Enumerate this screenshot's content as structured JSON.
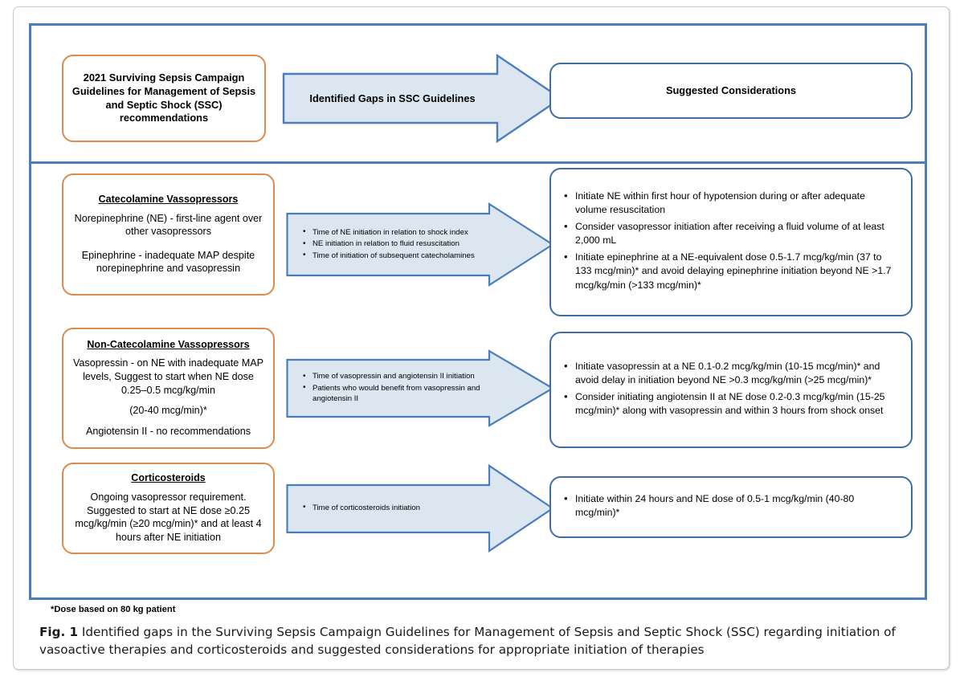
{
  "figure": {
    "header": {
      "source_box": "2021 Surviving Sepsis Campaign Guidelines for Management of Sepsis and Septic Shock (SSC) recommendations",
      "arrow_label": "Identified Gaps in SSC Guidelines",
      "result_box": "Suggested Considerations"
    },
    "rows": [
      {
        "id": "catecholamine-vasopressors",
        "left": {
          "title": "Catecolamine Vassopressors",
          "lines": [
            "Norepinephrine (NE) - first-line agent over other vasopressors",
            "Epinephrine - inadequate MAP despite norepinephrine and vasopressin"
          ]
        },
        "gaps": [
          "Time of NE initiation in relation to shock index",
          "NE initiation in relation to fluid resuscitation",
          "Time of initiation of subsequent catecholamines"
        ],
        "considerations": [
          "Initiate NE within first hour of hypotension during or after adequate volume resuscitation",
          "Consider vasopressor initiation after receiving a fluid volume of at least 2,000 mL",
          "Initiate epinephrine at a NE-equivalent dose 0.5-1.7 mcg/kg/min (37 to 133 mcg/min)* and avoid delaying epinephrine initiation beyond NE >1.7 mcg/kg/min (>133 mcg/min)*"
        ]
      },
      {
        "id": "non-catecholamine-vasopressors",
        "left": {
          "title": "Non-Catecolamine Vassopressors",
          "lines": [
            "Vasopressin - on NE with inadequate MAP levels, Suggest to start when NE dose 0.25–0.5 mcg/kg/min",
            "(20-40 mcg/min)*",
            "Angiotensin II - no recommendations"
          ]
        },
        "gaps": [
          "Time of vasopressin and angiotensin II initiation",
          "Patients who would benefit from vasopressin and angiotensin II"
        ],
        "considerations": [
          "Initiate vasopressin at a NE 0.1-0.2 mcg/kg/min (10-15 mcg/min)* and avoid delay in initiation beyond NE >0.3 mcg/kg/min (>25 mcg/min)*",
          "Consider initiating angiotensin II at NE dose 0.2-0.3 mcg/kg/min (15-25 mcg/min)* along with vasopressin and within 3 hours from shock onset"
        ]
      },
      {
        "id": "corticosteroids",
        "left": {
          "title": "Corticosteroids",
          "lines": [
            "Ongoing vasopressor requirement. Suggested to start at NE dose ≥0.25 mcg/kg/min (≥20 mcg/min)* and at least 4 hours after NE initiation"
          ]
        },
        "gaps": [
          "Time of corticosteroids initiation"
        ],
        "considerations": [
          "Initiate within 24 hours and NE dose of 0.5-1 mcg/kg/min (40-80 mcg/min)*"
        ]
      }
    ],
    "footnote": "*Dose based on 80 kg patient",
    "caption": {
      "label": "Fig. 1",
      "text": "Identified gaps in the Surviving Sepsis Campaign Guidelines for Management of Sepsis and Septic Shock (SSC) regarding initiation of vasoactive therapies and corticosteroids and suggested considerations for appropriate initiation of therapies"
    },
    "colors": {
      "frame_blue": "#4a7ebb",
      "box_blue": "#3d6fa5",
      "box_orange": "#dd8b4e",
      "arrow_fill": "#dce6f1",
      "arrow_stroke": "#4a7ebb"
    }
  }
}
